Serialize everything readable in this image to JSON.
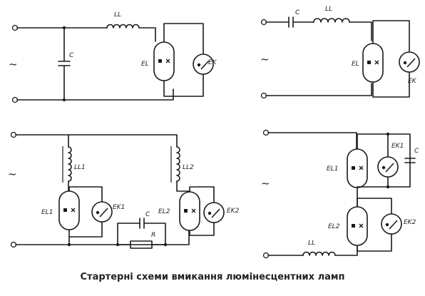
{
  "caption": "Стартерні схеми вмикання люмінесцентних ламп",
  "ac_symbol": "~",
  "circuit1": {
    "inductor": "LL",
    "capacitor": "C",
    "lamp": "EL",
    "starter": "EK"
  },
  "circuit2": {
    "capacitor": "C",
    "inductor": "LL",
    "lamp": "EL",
    "starter": "EK"
  },
  "circuit3": {
    "inductor1": "LL1",
    "inductor2": "LL2",
    "lamp1": "EL1",
    "lamp2": "EL2",
    "starter1": "EK1",
    "starter2": "EK2",
    "capacitor": "C",
    "resistor": "R"
  },
  "circuit4": {
    "lamp1": "EL1",
    "lamp2": "EL2",
    "starter1": "EK1",
    "starter2": "EK2",
    "capacitor": "C",
    "inductor": "LL"
  }
}
